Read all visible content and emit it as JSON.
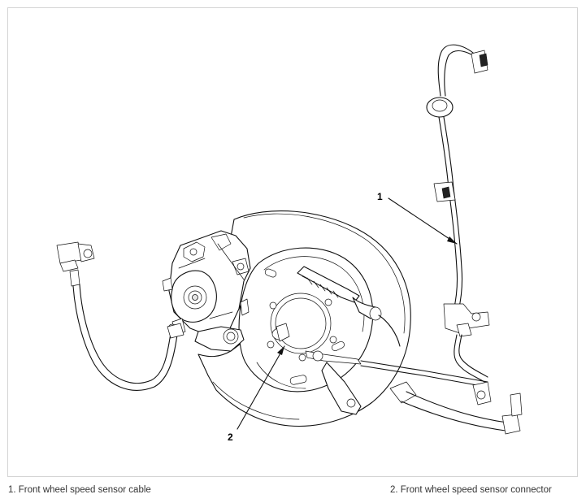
{
  "callouts": [
    {
      "number": "1"
    },
    {
      "number": "2"
    }
  ],
  "captions": [
    {
      "text": "1. Front wheel speed sensor cable"
    },
    {
      "text": "2. Front wheel speed sensor connector"
    }
  ]
}
